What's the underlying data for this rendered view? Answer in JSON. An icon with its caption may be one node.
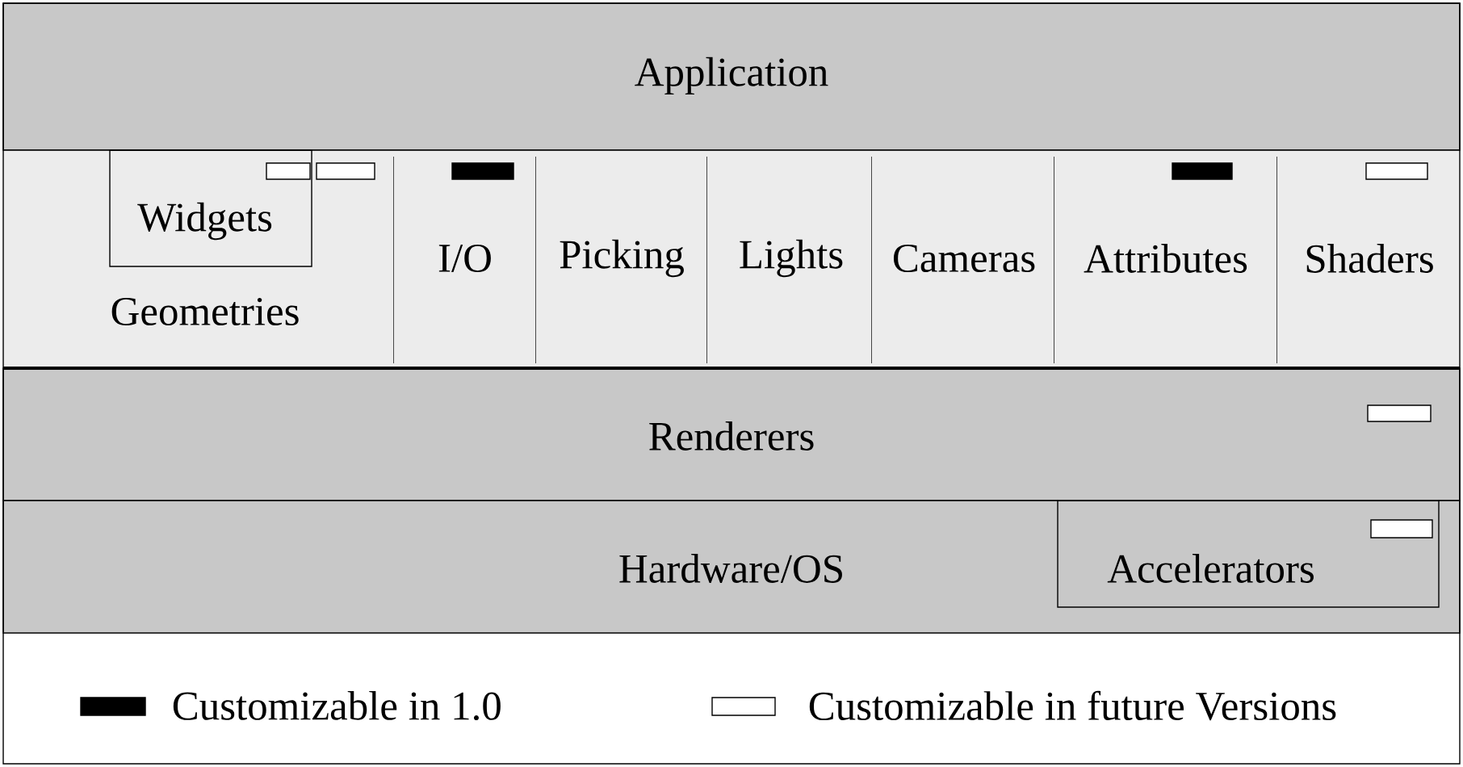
{
  "diagram": {
    "nodes": [
      {
        "text": [
          "Application"
        ]
      },
      {
        "text": [
          "Geometries"
        ]
      },
      {
        "text": [
          "Widgets"
        ],
        "in": 1
      },
      {
        "text": [
          "I/O"
        ]
      },
      {
        "text": [
          "Picking"
        ]
      },
      {
        "text": [
          "Lights"
        ]
      },
      {
        "text": [
          "Cameras"
        ]
      },
      {
        "text": [
          "Attributes"
        ]
      },
      {
        "text": [
          "Shaders"
        ]
      },
      {
        "text": [
          "Renderers"
        ]
      },
      {
        "text": [
          "Hardware/OS"
        ]
      },
      {
        "text": [
          "Accelerators"
        ],
        "in": 10
      }
    ],
    "edges": [],
    "legend": [
      {
        "text": "Customizable in 1.0",
        "color": "#000000"
      },
      {
        "text": "Customizable in future Versions"
      }
    ]
  }
}
